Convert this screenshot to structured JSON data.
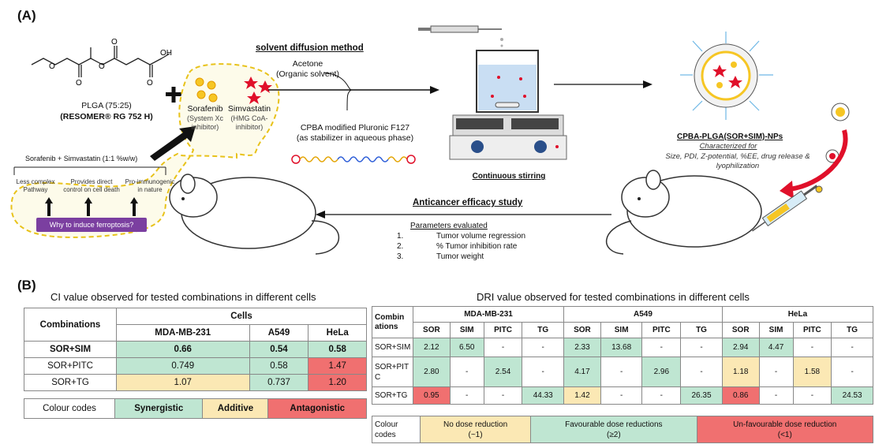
{
  "panelA": {
    "label": "(A)",
    "plga_name": "PLGA (75:25)",
    "plga_resomer": "(RESOMER® RG 752 H)",
    "sorafenib": "Sorafenib",
    "sorafenib_desc1": "(System Xc",
    "sorafenib_desc2": "inhibitor)",
    "simvastatin": "Simvastatin",
    "simvastatin_desc1": "(HMG CoA-",
    "simvastatin_desc2": "inhibitor)",
    "combo": "Sorafenib + Simvastatin (1:1 %w/w)",
    "reason1a": "Less complex",
    "reason1b": "Pathway",
    "reason2a": "Provides direct",
    "reason2b": "control on cell death",
    "reason3a": "Pro-immunogenic",
    "reason3b": "in nature",
    "why_button": "Why to induce ferroptosis?",
    "method_title": "solvent diffusion method",
    "acetone": "Acetone",
    "organic": "(Organic solvent)",
    "cpba": "CPBA modified Pluronic F127",
    "stabilizer": "(as stabilizer in aqueous phase)",
    "stirring": "Continuous stirring",
    "np_name": "CPBA-PLGA(SOR+SIM)-NPs",
    "characterized": "Characterized for",
    "char_detail1": "Size, PDI, Z-potential, %EE, drug release &",
    "char_detail2": "lyophilization",
    "efficacy_title": "Anticancer efficacy study",
    "params_title": "Parameters evaluated",
    "params": [
      {
        "num": "1.",
        "text": "Tumor volume regression"
      },
      {
        "num": "2.",
        "text": "% Tumor inhibition rate"
      },
      {
        "num": "3.",
        "text": "Tumor weight"
      }
    ]
  },
  "panelB": {
    "label": "(B)",
    "ci_title": "CI value observed for tested combinations in different cells",
    "ci_header_comb": "Combinations",
    "ci_header_cells": "Cells",
    "ci_cells": [
      "MDA-MB-231",
      "A549",
      "HeLa"
    ],
    "ci_rows": [
      {
        "name": "SOR+SIM",
        "v1": "0.66",
        "v2": "0.54",
        "v3": "0.58"
      },
      {
        "name": "SOR+PITC",
        "v1": "0.749",
        "v2": "0.58",
        "v3": "1.47"
      },
      {
        "name": "SOR+TG",
        "v1": "1.07",
        "v2": "0.737",
        "v3": "1.20"
      }
    ],
    "ci_key_label": "Colour codes",
    "ci_key": [
      "Synergistic",
      "Additive",
      "Antagonistic"
    ],
    "dri_title": "DRI value observed for tested combinations in different cells",
    "dri_comb_a": "Combin",
    "dri_comb_b": "ations",
    "dri_cells": [
      "MDA-MB-231",
      "A549",
      "HeLa"
    ],
    "dri_drugs": [
      "SOR",
      "SIM",
      "PITC",
      "TG"
    ],
    "dri_rows": [
      {
        "name_a": "SOR+SIM",
        "name_b": "",
        "v": [
          "2.12",
          "6.50",
          "-",
          "-",
          "2.33",
          "13.68",
          "-",
          "-",
          "2.94",
          "4.47",
          "-",
          "-"
        ]
      },
      {
        "name_a": "SOR+PIT",
        "name_b": "C",
        "v": [
          "2.80",
          "-",
          "2.54",
          "-",
          "4.17",
          "-",
          "2.96",
          "-",
          "1.18",
          "-",
          "1.58",
          "-"
        ]
      },
      {
        "name_a": "SOR+TG",
        "name_b": "",
        "v": [
          "0.95",
          "-",
          "-",
          "44.33",
          "1.42",
          "-",
          "-",
          "26.35",
          "0.86",
          "-",
          "-",
          "24.53"
        ]
      }
    ],
    "dri_key_label_a": "Colour",
    "dri_key_label_b": "codes",
    "dri_key": [
      {
        "a": "No dose reduction",
        "b": "(~1)"
      },
      {
        "a": "Favourable dose reductions",
        "b": "(≥2)"
      },
      {
        "a": "Un-favourable dose reduction",
        "b": "(<1)"
      }
    ]
  }
}
